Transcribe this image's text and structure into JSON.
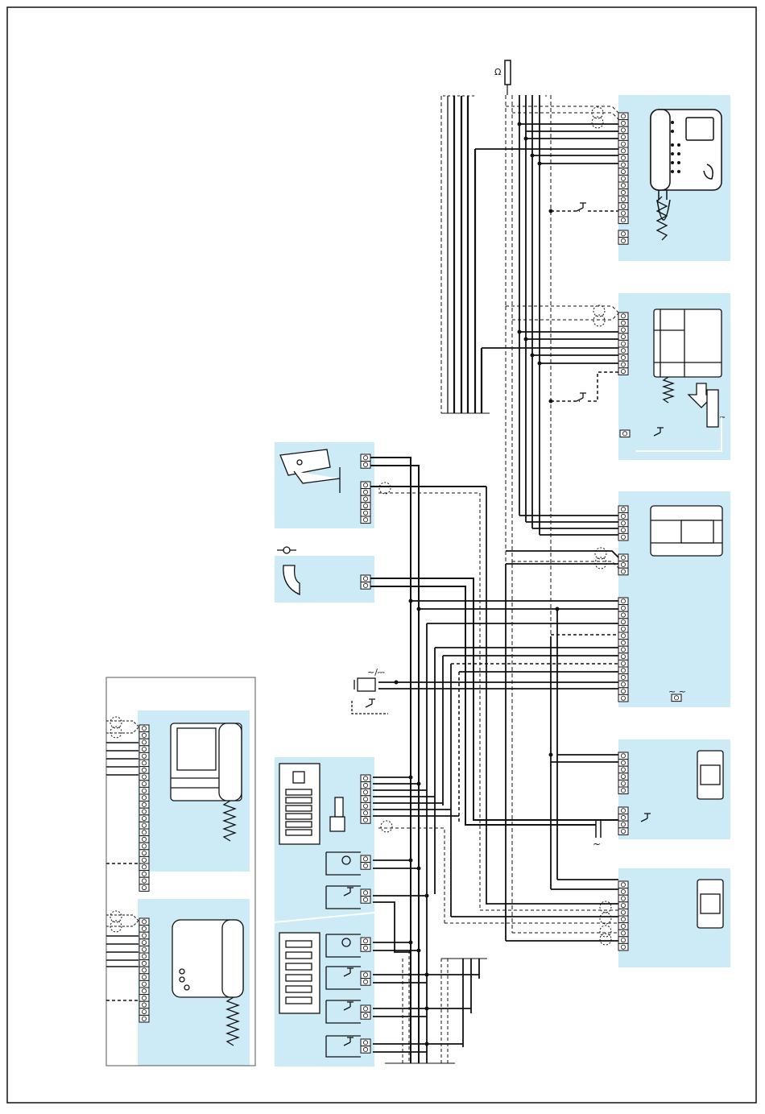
{
  "symbols": {
    "ohm": "Ω",
    "ac": "~",
    "ac_dc": "~/⎓",
    "ac_pair": "~ ~",
    "lamp": "⊗"
  },
  "colors": {
    "panel_fill": "#cdebf6",
    "wire": "#111111",
    "border": "#111111"
  },
  "components": [
    "videophone-1",
    "videophone-2",
    "video-camera",
    "camera-lamp",
    "power-supply",
    "relay-module",
    "distributor",
    "intercom-handset-1",
    "intercom-handset-2",
    "entrance-panel-video",
    "entrance-panel-audio",
    "door-lock",
    "call-buttons"
  ]
}
